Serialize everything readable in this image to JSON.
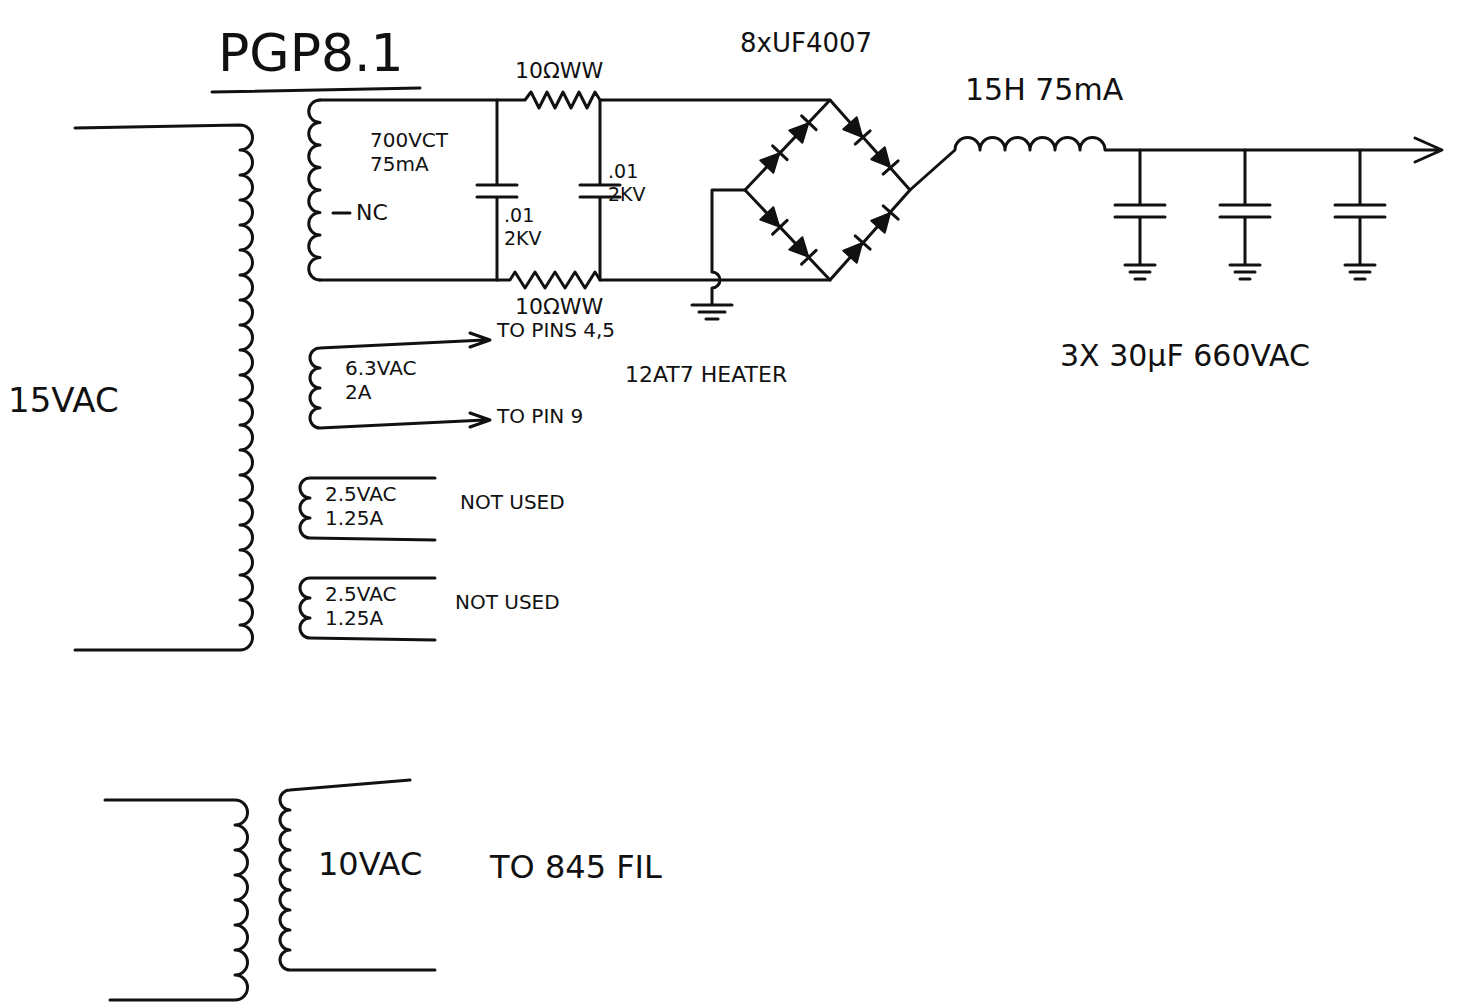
{
  "diagram": {
    "title": "PGP8.1",
    "labels": [
      "10ΩWW",
      "8xUF4007",
      "15H 75mA",
      "700VCT 75mA",
      "NC",
      ".01 2KV",
      ".01 2KV",
      "10ΩWW",
      "15VAC",
      "6.3VAC 2A",
      "TO PINS 4,5",
      "12AT7 HEATER",
      "TO PIN 9",
      "3X 30μF 660VAC",
      "2.5VAC 1.25A",
      "NOT USED",
      "2.5VAC 1.25A",
      "NOT USED",
      "10VAC",
      "TO 845 FIL"
    ]
  }
}
